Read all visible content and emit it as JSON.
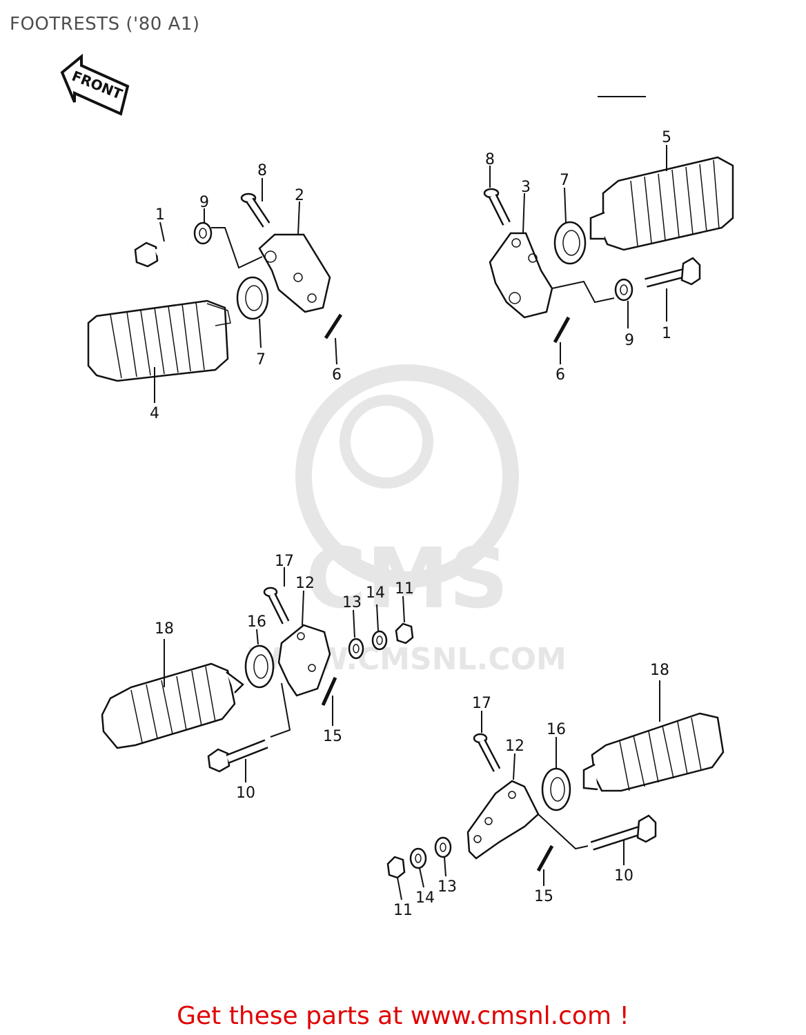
{
  "header": {
    "title": "FOOTRESTS ('80 A1)"
  },
  "front_arrow": {
    "label": "FRONT"
  },
  "watermark": {
    "text": "CMS",
    "url": "WWW.CMSNL.COM"
  },
  "callouts": {
    "left_front": {
      "bolt": "1",
      "washer": "9",
      "pin": "8",
      "bracket": "2",
      "washer_flat": "7",
      "rubber": "4",
      "cotter": "6"
    },
    "right_front": {
      "pin": "8",
      "bracket": "3",
      "washer_flat": "7",
      "rubber": "5",
      "washer": "9",
      "bolt": "1",
      "cotter": "6"
    },
    "left_rear": {
      "pin": "17",
      "bracket": "12",
      "washer_a": "13",
      "washer_b": "14",
      "nut": "11",
      "washer_flat": "16",
      "rubber": "18",
      "bolt": "10",
      "cotter": "15"
    },
    "right_rear": {
      "rubber": "18",
      "pin": "17",
      "bracket": "12",
      "washer_flat": "16",
      "bolt": "10",
      "cotter": "15",
      "nut": "11",
      "washer_b": "14",
      "washer_a": "13"
    }
  },
  "footer": {
    "link_text": "Get these parts at www.cmsnl.com !"
  }
}
